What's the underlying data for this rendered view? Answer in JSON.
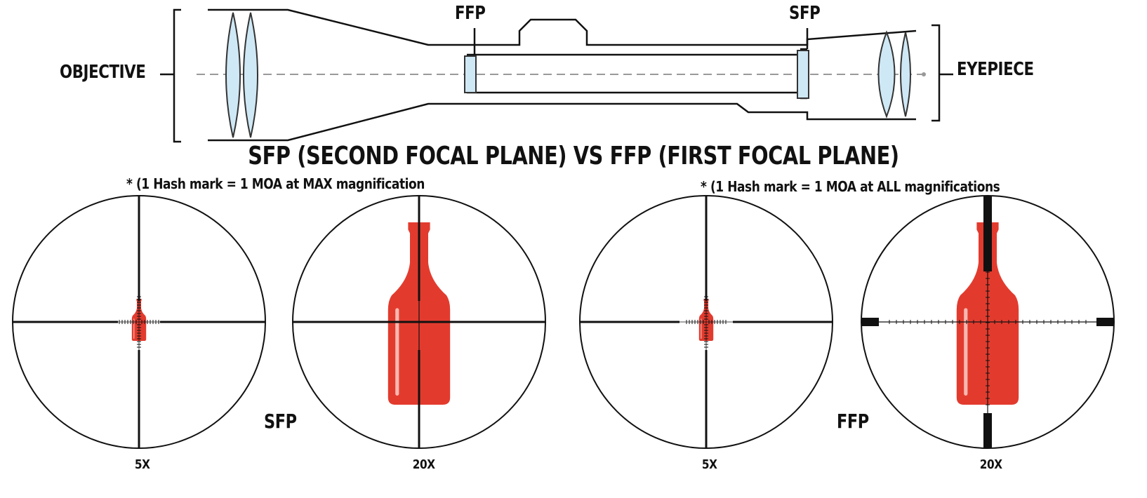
{
  "labels": {
    "objective": "OBJECTIVE",
    "eyepiece": "EYEPIECE",
    "ffp_marker": "FFP",
    "sfp_marker": "SFP"
  },
  "title": "SFP (SECOND FOCAL PLANE) VS FFP (FIRST FOCAL PLANE)",
  "notes": {
    "sfp": "* (1 Hash mark = 1 MOA at MAX magnification",
    "ffp": "* (1 Hash mark = 1 MOA at ALL magnifications"
  },
  "scopes": [
    {
      "magnification": "5X"
    },
    {
      "magnification": "20X"
    },
    {
      "magnification": "5X"
    },
    {
      "magnification": "20X"
    }
  ],
  "type_labels": {
    "sfp": "SFP",
    "ffp": "FFP"
  },
  "colors": {
    "bottle": "#e23b2e",
    "lens": "#cfe8f5",
    "line": "#111111"
  }
}
